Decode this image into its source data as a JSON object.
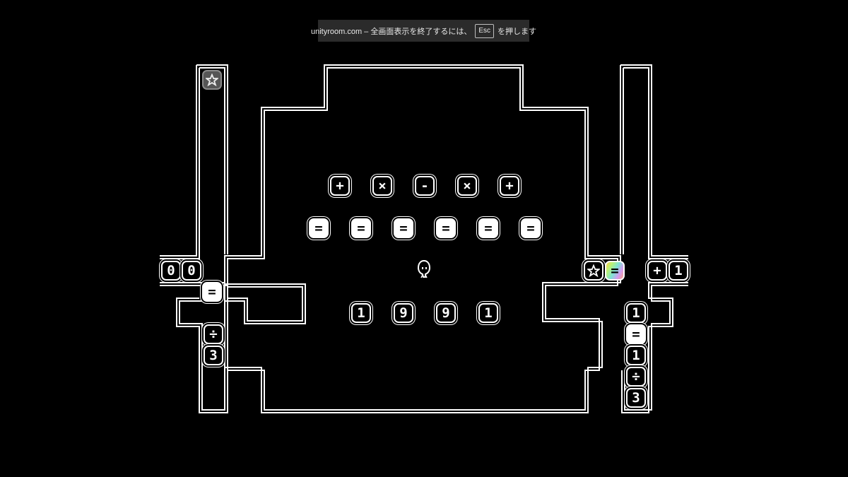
{
  "banner": {
    "text_before": "unityroom.com – 全画面表示を終了するには、",
    "key": "Esc",
    "text_after": "を押します"
  },
  "board": {
    "operators_row": [
      "+",
      "×",
      "-",
      "×",
      "+"
    ],
    "equals_row": [
      "=",
      "=",
      "=",
      "=",
      "=",
      "="
    ],
    "numbers_row": [
      "1",
      "9",
      "9",
      "1"
    ]
  },
  "left_panel": {
    "counter": [
      "0",
      "0"
    ],
    "equals": "=",
    "divide": "÷",
    "three": "3",
    "star_icon": "star-icon"
  },
  "right_panel": {
    "star_icon": "star-icon",
    "rainbow_equals": "=",
    "plus": "+",
    "one_top": "1",
    "stack": [
      "1",
      "=",
      "1",
      "÷",
      "3"
    ]
  },
  "player": {
    "icon": "ghost-player-icon"
  },
  "colors": {
    "background": "#000000",
    "line": "#ffffff",
    "banner_bg": "#2b2b2b"
  }
}
